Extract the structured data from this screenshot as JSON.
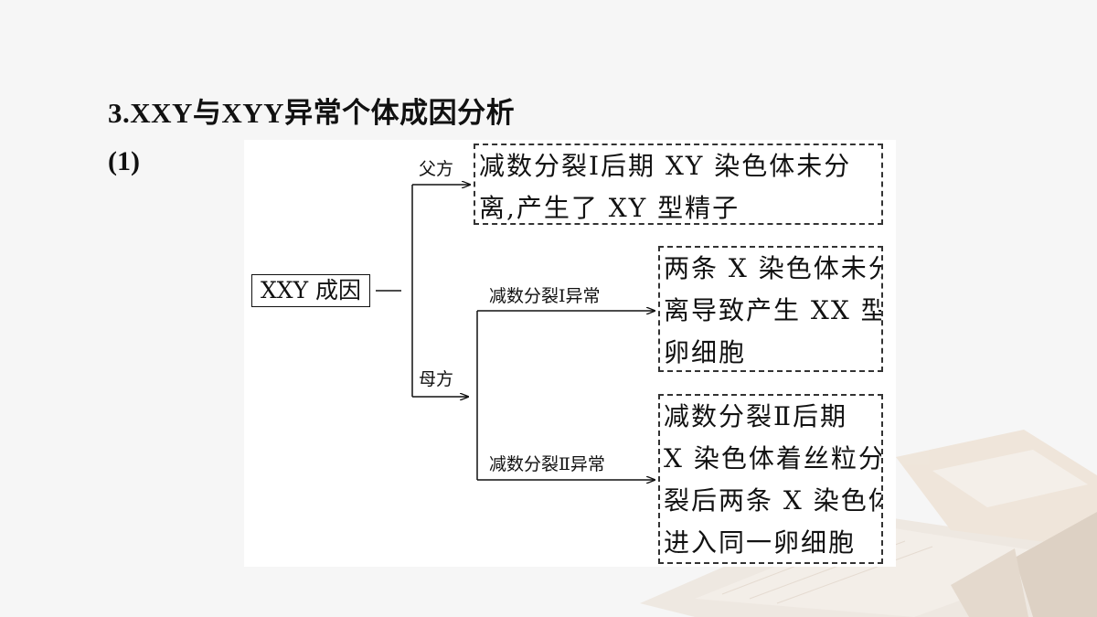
{
  "heading": "3.XXY与XYY异常个体成因分析",
  "part_label": "(1)",
  "diagram": {
    "root": "XXY 成因",
    "father": {
      "label": "父方",
      "result_lines": [
        "减数分裂Ⅰ后期 XY 染色体未分",
        "离,产生了 XY 型精子"
      ]
    },
    "mother": {
      "label": "母方",
      "meiosis1": {
        "label": "减数分裂Ⅰ异常",
        "result_lines": [
          "两条 X 染色体未分",
          "离导致产生 XX 型",
          "卵细胞"
        ]
      },
      "meiosis2": {
        "label": "减数分裂Ⅱ异常",
        "result_lines": [
          "减数分裂Ⅱ后期",
          "X 染色体着丝粒分",
          "裂后两条 X 染色体",
          "进入同一卵细胞"
        ]
      }
    }
  }
}
